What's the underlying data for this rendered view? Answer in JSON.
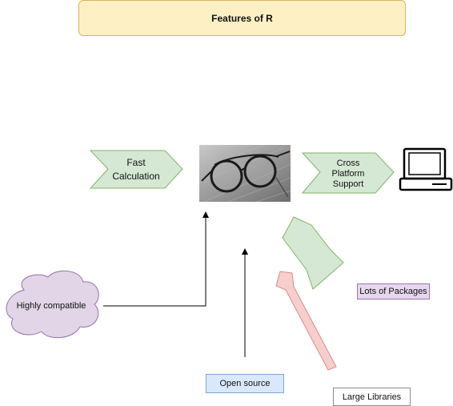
{
  "title": "Features of R",
  "nodes": {
    "fast_calculation": [
      "Fast",
      "Calculation"
    ],
    "cross_platform": [
      "Cross",
      "Platform",
      "Support"
    ],
    "highly_compatible": "Highly compatible",
    "open_source": "Open source",
    "large_libraries": "Large Libraries",
    "lots_of_packages": "Lots of Packages"
  },
  "images": {
    "center": "eyeglasses-photo",
    "right": "computer-monitor-icon"
  },
  "colors": {
    "title_fill": "#fdf0c4",
    "title_stroke": "#d9b55e",
    "green_fill": "#d5e8d4",
    "green_stroke": "#82b366",
    "cloud_fill": "#e1d5e7",
    "cloud_stroke": "#9673a6",
    "blue_fill": "#dae8fc",
    "blue_stroke": "#6c8ebf",
    "pink_fill": "#f8cecc",
    "pink_stroke": "#d88b8b"
  }
}
